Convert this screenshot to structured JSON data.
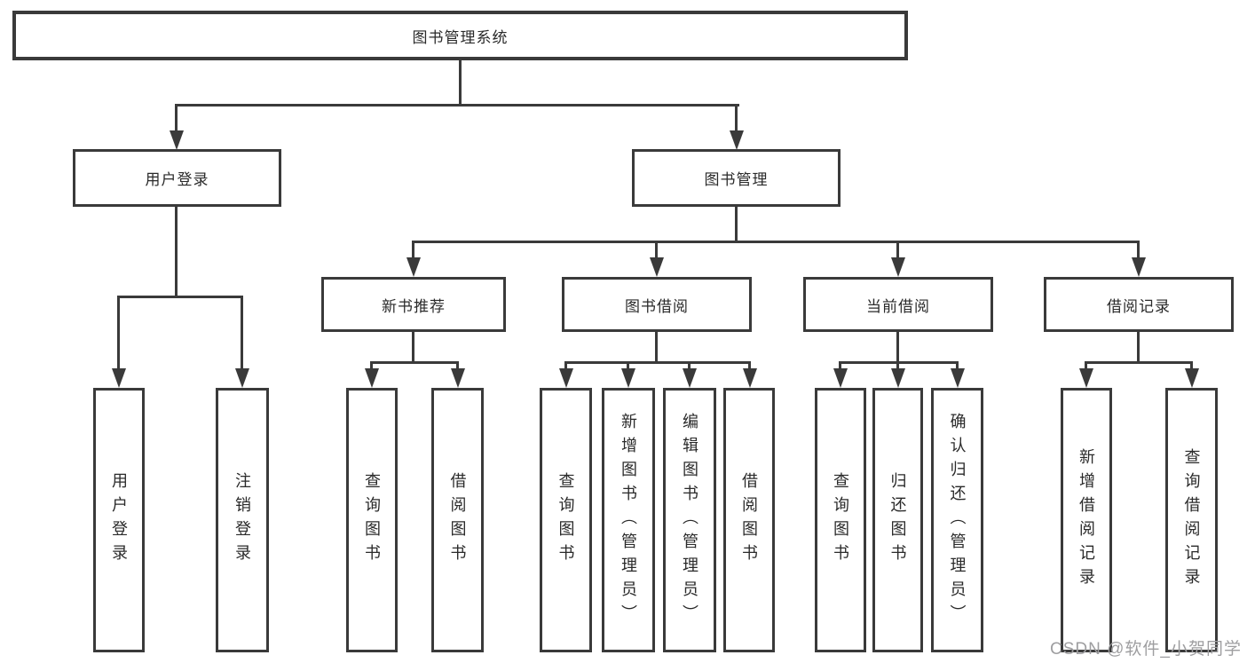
{
  "diagram": {
    "type": "hierarchy-tree",
    "nodes": {
      "root": "图书管理系统",
      "user_login": "用户登录",
      "book_mgmt": "图书管理",
      "new_book_rec": "新书推荐",
      "book_borrow": "图书借阅",
      "current_borrow": "当前借阅",
      "borrow_record": "借阅记录",
      "user_login_leaf": "用户登录",
      "logout_leaf": "注销登录",
      "rec_query_book": "查询图书",
      "rec_borrow_book": "借阅图书",
      "bor_query_book": "查询图书",
      "bor_add_book": "新增图书（管理员）",
      "bor_edit_book": "编辑图书（管理员）",
      "bor_borrow_book": "借阅图书",
      "cur_query_book": "查询图书",
      "cur_return_book": "归还图书",
      "cur_confirm_return": "确认归还（管理员）",
      "log_add_record": "新增借阅记录",
      "log_query_record": "查询借阅记录"
    },
    "hierarchy": {
      "图书管理系统": [
        "用户登录",
        "图书管理"
      ],
      "用户登录": [
        "用户登录",
        "注销登录"
      ],
      "图书管理": [
        "新书推荐",
        "图书借阅",
        "当前借阅",
        "借阅记录"
      ],
      "新书推荐": [
        "查询图书",
        "借阅图书"
      ],
      "图书借阅": [
        "查询图书",
        "新增图书（管理员）",
        "编辑图书（管理员）",
        "借阅图书"
      ],
      "当前借阅": [
        "查询图书",
        "归还图书",
        "确认归还（管理员）"
      ],
      "借阅记录": [
        "新增借阅记录",
        "查询借阅记录"
      ]
    },
    "colors": {
      "line": "#3a3a3a",
      "text": "#2a2a2a",
      "watermark": "#9e9ea0",
      "background": "#ffffff"
    }
  },
  "watermark": "CSDN @软件_小贺同学"
}
